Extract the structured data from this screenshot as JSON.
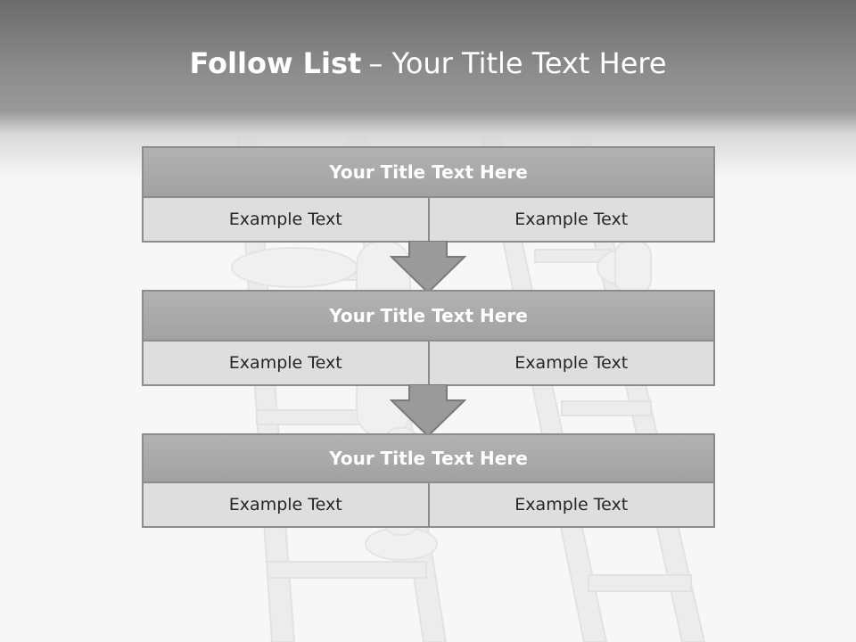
{
  "slide": {
    "title_bold": "Follow List",
    "title_rest": "– Your Title Text Here"
  },
  "steps": [
    {
      "title": "Your Title Text Here",
      "left": "Example Text",
      "right": "Example Text"
    },
    {
      "title": "Your Title Text Here",
      "left": "Example Text",
      "right": "Example Text"
    },
    {
      "title": "Your Title Text Here",
      "left": "Example Text",
      "right": "Example Text"
    }
  ],
  "colors": {
    "header_dark": "#6b6b6b",
    "box_fill": "#a6a6a6",
    "cell_fill": "#dedede",
    "border": "#8c8c8c",
    "arrow": "#9a9a9a"
  }
}
